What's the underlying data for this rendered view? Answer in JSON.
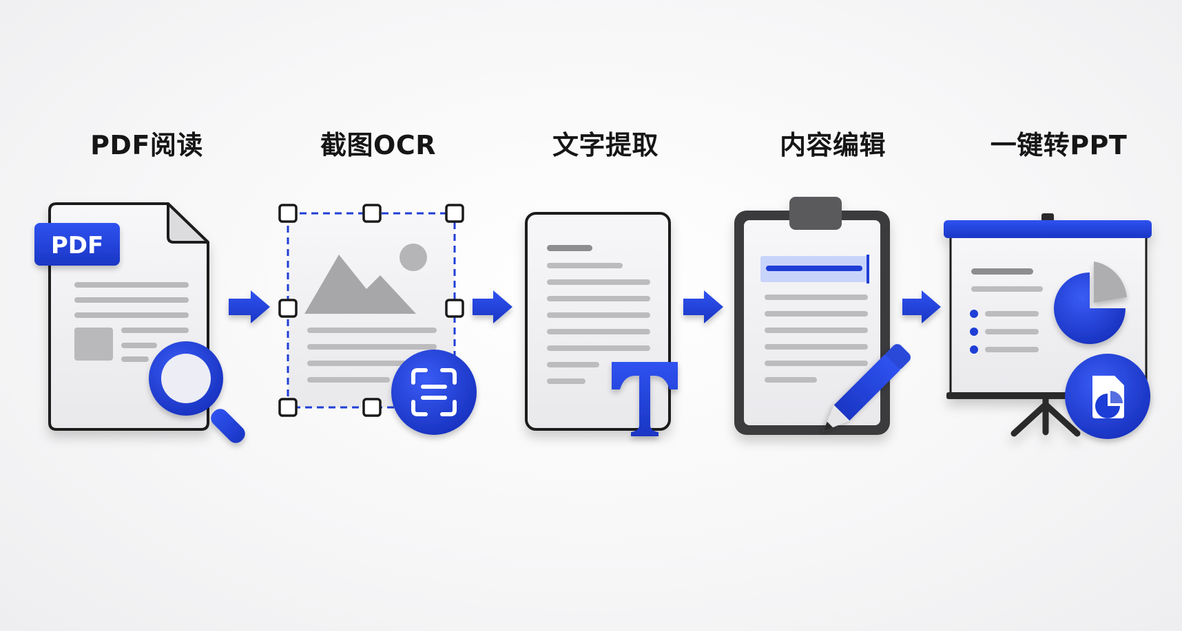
{
  "steps": [
    {
      "title": "PDF阅读",
      "icon": "pdf-document-magnifier-icon",
      "badge": "PDF"
    },
    {
      "title": "截图OCR",
      "icon": "screenshot-ocr-icon"
    },
    {
      "title": "文字提取",
      "icon": "text-extract-icon"
    },
    {
      "title": "内容编辑",
      "icon": "clipboard-edit-icon"
    },
    {
      "title": "一键转PPT",
      "icon": "presentation-board-icon"
    }
  ],
  "colors": {
    "accent": "#1f3ed6",
    "accent_dark": "#1530b0",
    "paper": "#f1f1f3",
    "line": "#bdbdbf",
    "outline": "#1a1a1a",
    "background": "#f5f5f6"
  }
}
